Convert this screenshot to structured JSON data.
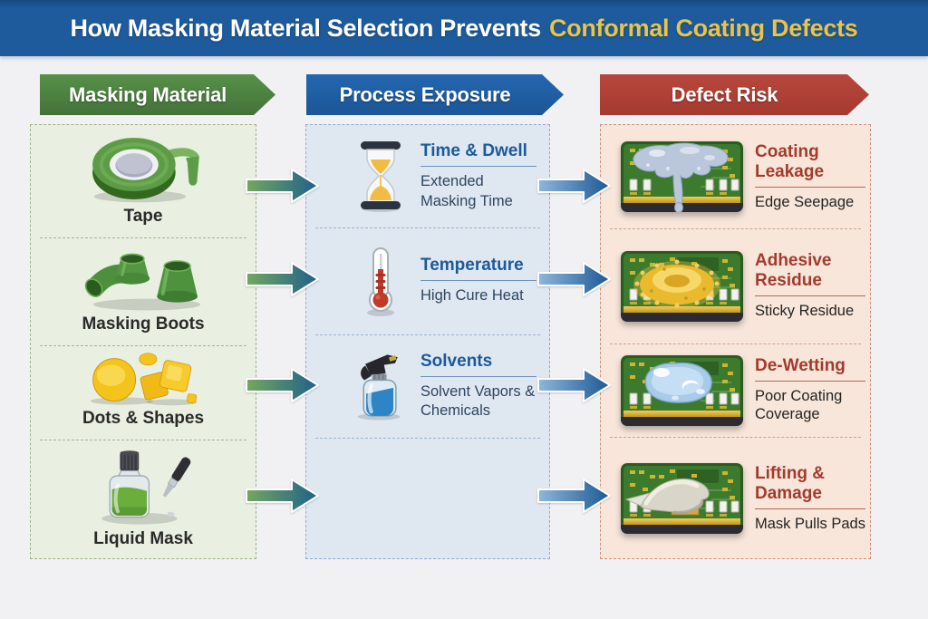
{
  "header": {
    "title_main": "How Masking Material Selection Prevents",
    "title_accent": "Conformal Coating Defects"
  },
  "columns": {
    "masking": {
      "header": "Masking Material",
      "items": [
        {
          "label": "Tape",
          "icon": "tape-roll-icon"
        },
        {
          "label": "Masking Boots",
          "icon": "masking-boots-icon"
        },
        {
          "label": "Dots & Shapes",
          "icon": "dots-shapes-icon"
        },
        {
          "label": "Liquid Mask",
          "icon": "liquid-mask-bottle-icon"
        }
      ]
    },
    "process": {
      "header": "Process Exposure",
      "items": [
        {
          "title": "Time & Dwell",
          "subtitle": "Extended Masking Time",
          "icon": "hourglass-icon"
        },
        {
          "title": "Temperature",
          "subtitle": "High Cure Heat",
          "icon": "thermometer-icon"
        },
        {
          "title": "Solvents",
          "subtitle": "Solvent Vapors & Chemicals",
          "icon": "spray-bottle-icon"
        }
      ]
    },
    "defects": {
      "header": "Defect Risk",
      "items": [
        {
          "title": "Coating Leakage",
          "subtitle": "Edge Seepage",
          "image": "pcb-coating-leak-image"
        },
        {
          "title": "Adhesive Residue",
          "subtitle": "Sticky Residue",
          "image": "pcb-adhesive-residue-image"
        },
        {
          "title": "De-Wetting",
          "subtitle": "Poor Coating Coverage",
          "image": "pcb-dewetting-image"
        },
        {
          "title": "Lifting & Damage",
          "subtitle": "Mask Pulls Pads",
          "image": "pcb-lifting-damage-image"
        }
      ]
    }
  },
  "colors": {
    "title_bar_blue": "#1d5b9c",
    "title_accent_gold": "#e9c34a",
    "masking_header_green": "#4d8140",
    "process_header_blue": "#1f5ea3",
    "defect_header_red": "#af4036",
    "masking_panel_bg": "#e9efe1",
    "process_panel_bg": "#dfe7f1",
    "defect_panel_bg": "#f8e6da",
    "process_title_text": "#1b5a9c",
    "defect_title_text": "#a23b2c",
    "arrow_green_to_blue": [
      "#71a45c",
      "#20618d"
    ],
    "arrow_light_to_dark_blue": [
      "#8cb3d8",
      "#1c5995"
    ]
  }
}
